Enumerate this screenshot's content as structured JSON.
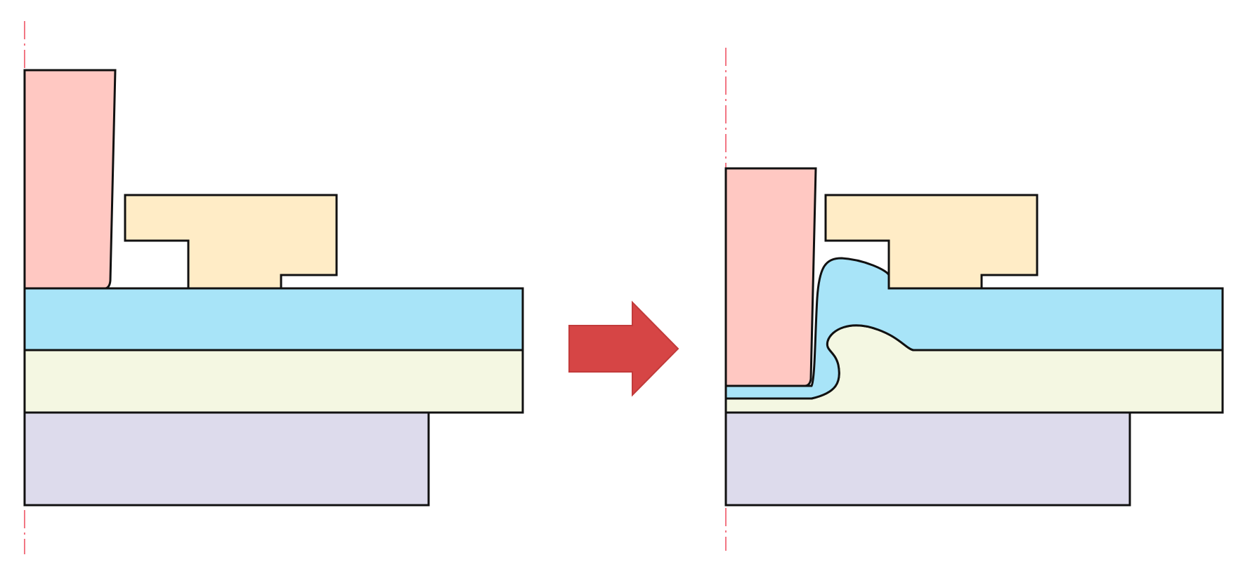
{
  "figure": {
    "background": "#ffffff",
    "outline_color": "#111111",
    "axis_color": "#ee5566",
    "arrow_color": "#d64545",
    "arrow_edge_color": "#c23a3a",
    "part_colors": {
      "punch": "#ffc8c2",
      "blank_holder": "#ffecc6",
      "upper_sheet": "#a8e4f8",
      "lower_sheet": "#f4f7e2",
      "die": "#dddbec"
    },
    "panels": [
      {
        "id": "before",
        "state": "before joining"
      },
      {
        "id": "after",
        "state": "after joining"
      }
    ],
    "arrow_direction": "right"
  }
}
